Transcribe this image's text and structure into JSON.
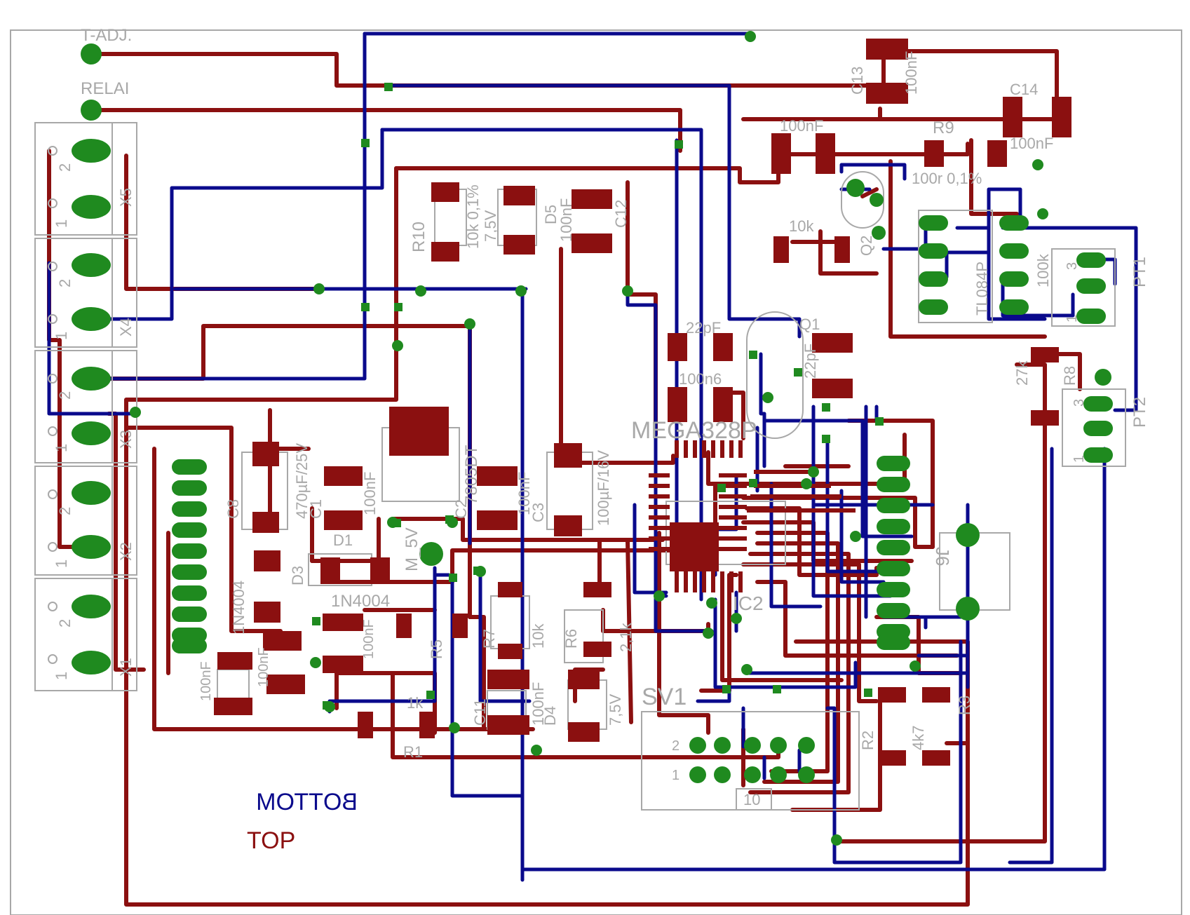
{
  "colors": {
    "top_layer": "#8b1010",
    "bottom_layer": "#0a0a8c",
    "pad_green": "#1f8a1f",
    "silkscreen": "#a8a8a8"
  },
  "layers": {
    "bottom": "BOTTOM",
    "top": "TOP"
  },
  "connectors": {
    "t_adj": "T-ADJ.",
    "relai": "RELAI",
    "x5": "X5",
    "x4": "X4",
    "x3": "X3",
    "x2": "X2",
    "x1": "X1",
    "pin1": "1",
    "pin2": "2",
    "pt1": "PT1",
    "pt2": "PT2",
    "pt_pin3": "3",
    "pt_pin1": "1",
    "sv1": "SV1",
    "sv1_pin2": "2",
    "sv1_pin1": "1",
    "sv1_pin10": "10",
    "j6": "J6"
  },
  "components": {
    "c13": "C13",
    "c13_val": "100nF",
    "c14": "C14",
    "c14_val": "100nF",
    "c_100nf_top": "100nF",
    "r9": "R9",
    "r9_val": "100r 0,1%",
    "r10": "R10",
    "r10_val": "10k 0,1%",
    "d5": "D5",
    "d5_val": "7,5V",
    "c12": "C12",
    "c12_val": "100nF",
    "r11_val": "10k",
    "q2": "Q2",
    "ic_tl": "TL084P",
    "r100k": "100k",
    "c22pf_a": "22pF",
    "c22pf_b": "22pF",
    "c100n6": "100n6",
    "quartz": "Q1",
    "mega": "MEGA328P",
    "c8": "C8",
    "c8_val": "470µF/25V",
    "c1": "C1",
    "c1_val": "100nF",
    "ic_7805": "7805DT",
    "c2": "C2",
    "c2_val": "100nF",
    "c3": "C3",
    "c3_val": "100µF/16V",
    "m_5v": "M_5V",
    "d3": "D3",
    "d3_val": "1N4004",
    "d1": "D1",
    "d1_val": "1N4004",
    "c9_val": "100nF",
    "c10_val": "100nF",
    "c5_val": "100nF",
    "r5": "R5",
    "r7": "R7",
    "r7_val": "10k",
    "r6": "R6",
    "r6_val": "2,1k",
    "r1": "R1",
    "r1_val": "1k",
    "c11": "C11",
    "c11_val": "100nF",
    "d4": "D4",
    "d4_val": "7,5V",
    "r8": "R8",
    "r8_val": "27k",
    "r2": "R2",
    "r2_val": "4k7",
    "r3": "R3",
    "ic2": "IC2"
  }
}
